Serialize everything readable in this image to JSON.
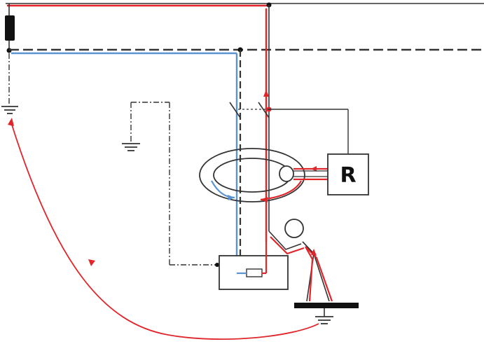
{
  "diagram": {
    "relay": {
      "label": "R"
    },
    "colors": {
      "line": "#333333",
      "dark_line": "#111111",
      "fault_current": "#e0262b",
      "neutral_current": "#5b93d1",
      "background": "#ffffff"
    },
    "icons": {
      "ground": "ground-icon",
      "fuse": "fuse-icon",
      "relay": "relay-box",
      "toroid": "current-transformer-toroid",
      "person": "person-figure",
      "load": "load-enclosure",
      "contacts": "switch-contact"
    }
  }
}
